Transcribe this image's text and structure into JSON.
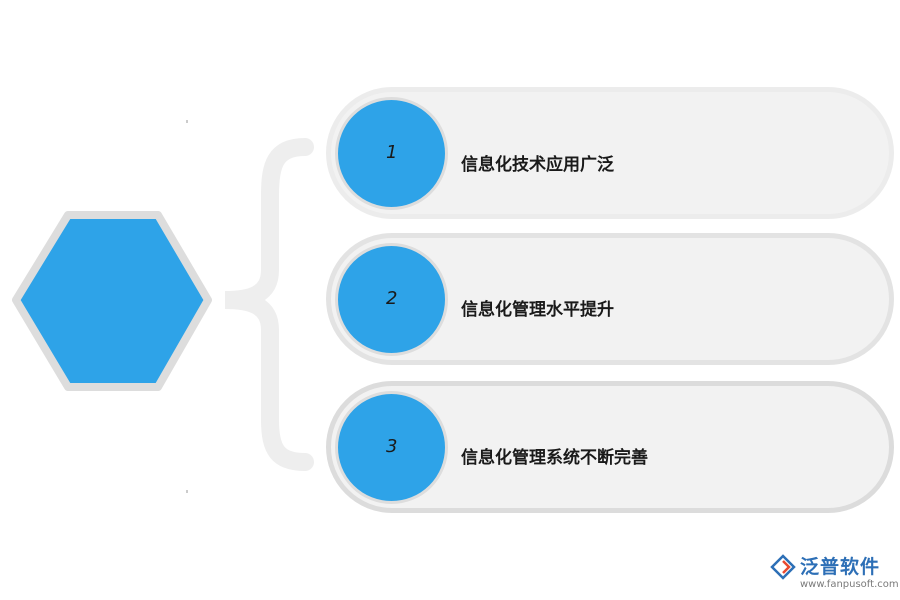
{
  "items": [
    {
      "number": "1",
      "label": "信息化技术应用广泛"
    },
    {
      "number": "2",
      "label": "信息化管理水平提升"
    },
    {
      "number": "3",
      "label": "信息化管理系统不断完善"
    }
  ],
  "logo": {
    "name": "泛普软件",
    "url": "www.fanpusoft.com"
  },
  "colors": {
    "accent": "#2ea3e8",
    "pill": "#f2f2f2",
    "border": "#e3e3e3",
    "logo": "#2d6fb6"
  }
}
